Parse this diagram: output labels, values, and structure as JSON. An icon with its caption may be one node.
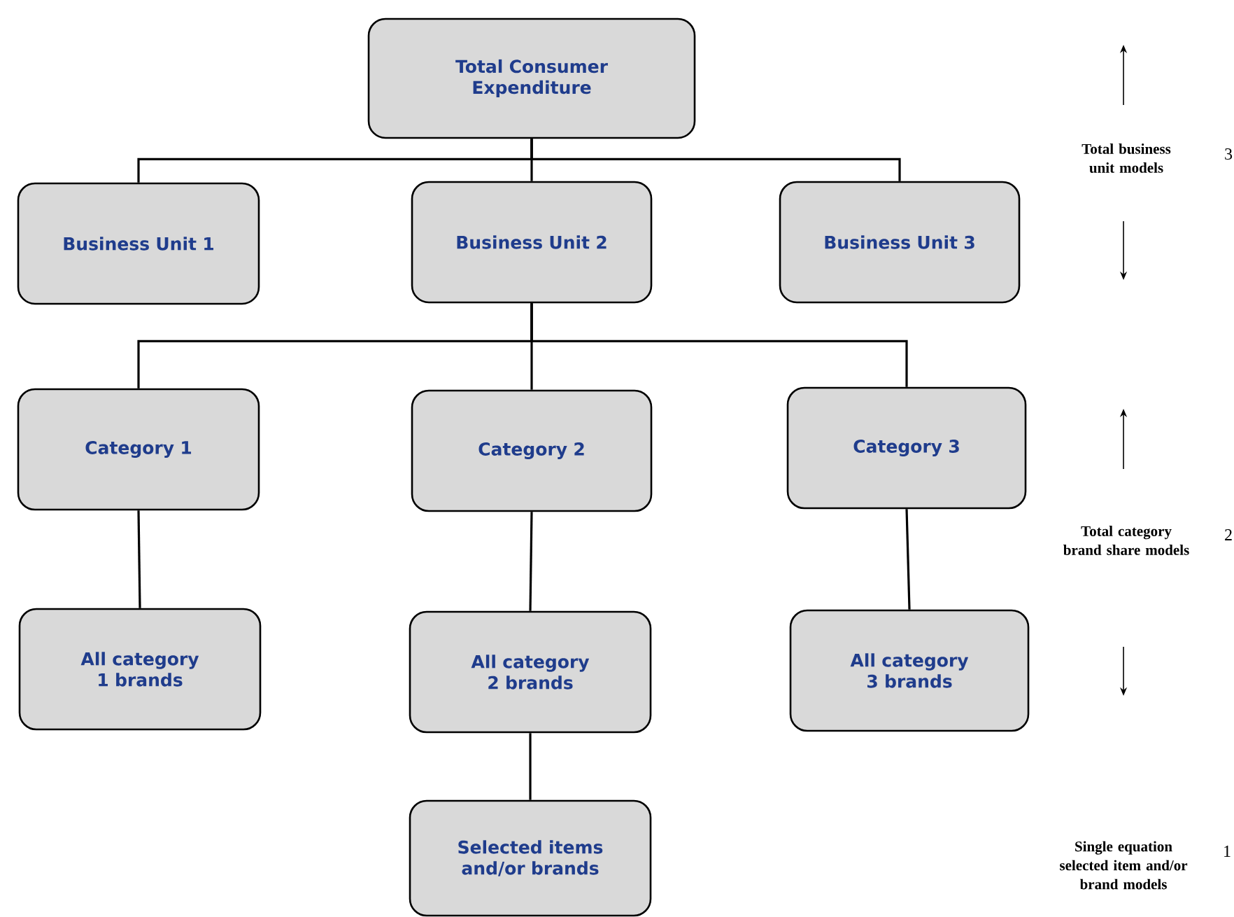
{
  "diagram": {
    "nodes": [
      {
        "text": [
          "Total Consumer Expenditure"
        ]
      },
      {
        "text": [
          "Business Unit 1"
        ]
      },
      {
        "text": [
          "Business Unit 2"
        ]
      },
      {
        "text": [
          "Business Unit 3"
        ]
      },
      {
        "text": [
          "Category 1"
        ]
      },
      {
        "text": [
          "Category 2"
        ]
      },
      {
        "text": [
          "Category 3"
        ]
      },
      {
        "text": [
          "All category 1 brands"
        ]
      },
      {
        "text": [
          "All category 2 brands"
        ]
      },
      {
        "text": [
          "All category 3 brands"
        ]
      },
      {
        "text": [
          "Selected items and/or brands"
        ]
      }
    ],
    "edges": [
      {
        "from": 0,
        "to": 1,
        "arrow": "none"
      },
      {
        "from": 0,
        "to": 2,
        "arrow": "none"
      },
      {
        "from": 0,
        "to": 3,
        "arrow": "none"
      },
      {
        "from": 2,
        "to": 4,
        "arrow": "none"
      },
      {
        "from": 2,
        "to": 5,
        "arrow": "none"
      },
      {
        "from": 2,
        "to": 6,
        "arrow": "none"
      },
      {
        "from": 4,
        "to": 7,
        "arrow": "none"
      },
      {
        "from": 5,
        "to": 8,
        "arrow": "none"
      },
      {
        "from": 6,
        "to": 9,
        "arrow": "none"
      },
      {
        "from": 8,
        "to": 10,
        "arrow": "none"
      }
    ],
    "labels": [
      "Total business unit models",
      "3",
      "Total category brand share models",
      "2",
      "Single equation selected item and/or brand models",
      "1"
    ]
  }
}
